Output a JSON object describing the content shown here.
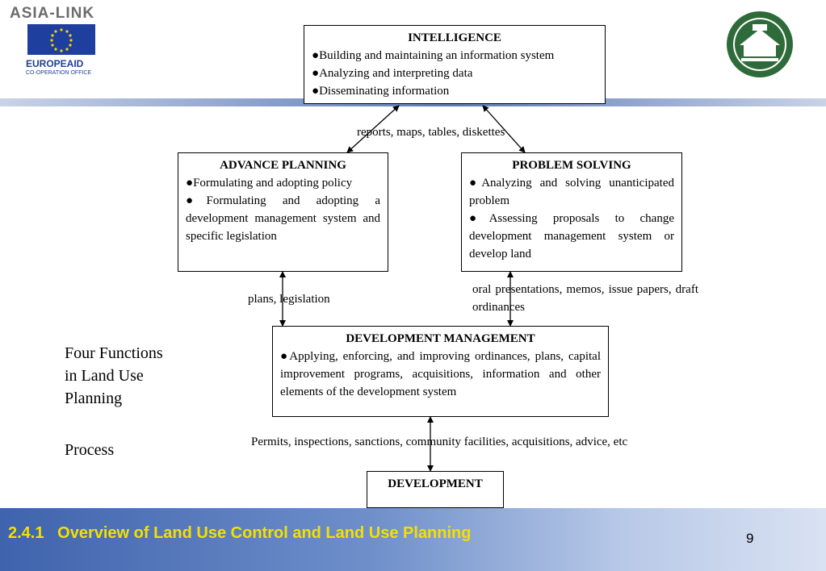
{
  "header": {
    "logo_left_text": "ASIA-LINK",
    "europeaid_text": "EUROPEAID",
    "cooperation_text": "CO-OPERATION OFFICE"
  },
  "boxes": {
    "intelligence": {
      "title": "INTELLIGENCE",
      "items": [
        "Building and maintaining an information system",
        "Analyzing and interpreting data",
        "Disseminating information"
      ]
    },
    "advance_planning": {
      "title": "ADVANCE PLANNING",
      "items": [
        "Formulating and adopting policy",
        "Formulating and adopting a development management system and specific legislation"
      ]
    },
    "problem_solving": {
      "title": "PROBLEM SOLVING",
      "items": [
        "Analyzing and solving unanticipated problem",
        "Assessing proposals to change development management system or develop land"
      ]
    },
    "development_management": {
      "title": "DEVELOPMENT MANAGEMENT",
      "items": [
        "Applying, enforcing, and improving ordinances, plans, capital improvement programs, acquisitions, information and other elements of the development system"
      ]
    },
    "development": {
      "title": "DEVELOPMENT"
    }
  },
  "labels": {
    "reports": "reports, maps, tables, diskettes",
    "plans": "plans, legislation",
    "oral": "oral presentations, memos, issue papers, draft ordinances",
    "permits": "Permits, inspections, sanctions, community facilities, acquisitions, advice, etc"
  },
  "side": {
    "title": "Four Functions in Land Use Planning",
    "subtitle": "Process"
  },
  "footer": {
    "title": "2.4.1   Overview of Land Use Control and Land Use Planning",
    "page": "9"
  },
  "bullet": "●"
}
